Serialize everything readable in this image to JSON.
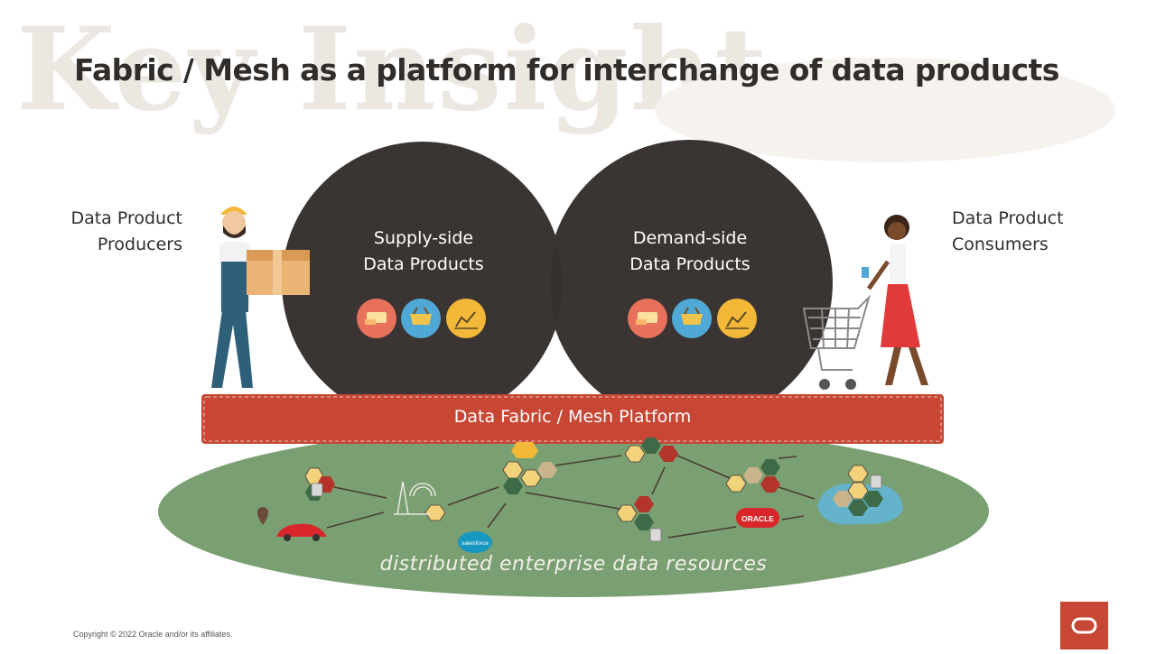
{
  "watermark": "Key Insight",
  "title": "Fabric / Mesh as a platform for interchange of data products",
  "producers": {
    "line1": "Data Product",
    "line2": "Producers"
  },
  "consumers": {
    "line1": "Data Product",
    "line2": "Consumers"
  },
  "supply": {
    "line1": "Supply-side",
    "line2": "Data Products"
  },
  "demand": {
    "line1": "Demand-side",
    "line2": "Data Products"
  },
  "platform_label": "Data Fabric / Mesh Platform",
  "resources_label": "distributed enterprise data resources",
  "badges": {
    "salesforce": "salesforce",
    "oracle": "ORACLE"
  },
  "copyright": "Copyright © 2022 Oracle and/or its affiliates.",
  "icons": [
    "handshake-icon",
    "basket-icon",
    "chart-icon"
  ],
  "colors": {
    "circle": "#3a3532",
    "platform": "#c74634",
    "ellipse": "#7a9f72",
    "icon_coral": "#e8715c",
    "icon_blue": "#4fa8d6",
    "icon_gold": "#f3b838",
    "hex_yellow": "#f2d27a",
    "hex_green": "#3f6a47",
    "hex_red": "#b3342a"
  }
}
